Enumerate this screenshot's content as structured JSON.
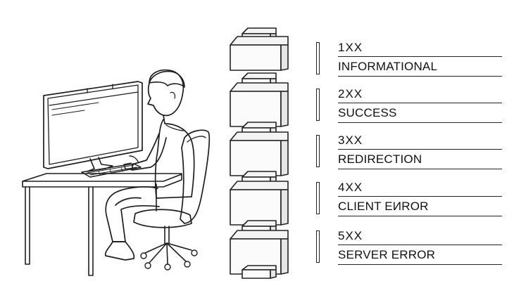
{
  "status_codes": [
    {
      "code": "1XX",
      "label": "INFORMATIONAL"
    },
    {
      "code": "2XX",
      "label": "SUCCESS"
    },
    {
      "code": "3XX",
      "label": "REDIRECTION"
    },
    {
      "code": "4XX",
      "label": "CLIENT EИROR"
    },
    {
      "code": "5XX",
      "label": "SERVER ERROR"
    }
  ],
  "colors": {
    "ink": "#1e1e1e",
    "background": "#ffffff"
  }
}
